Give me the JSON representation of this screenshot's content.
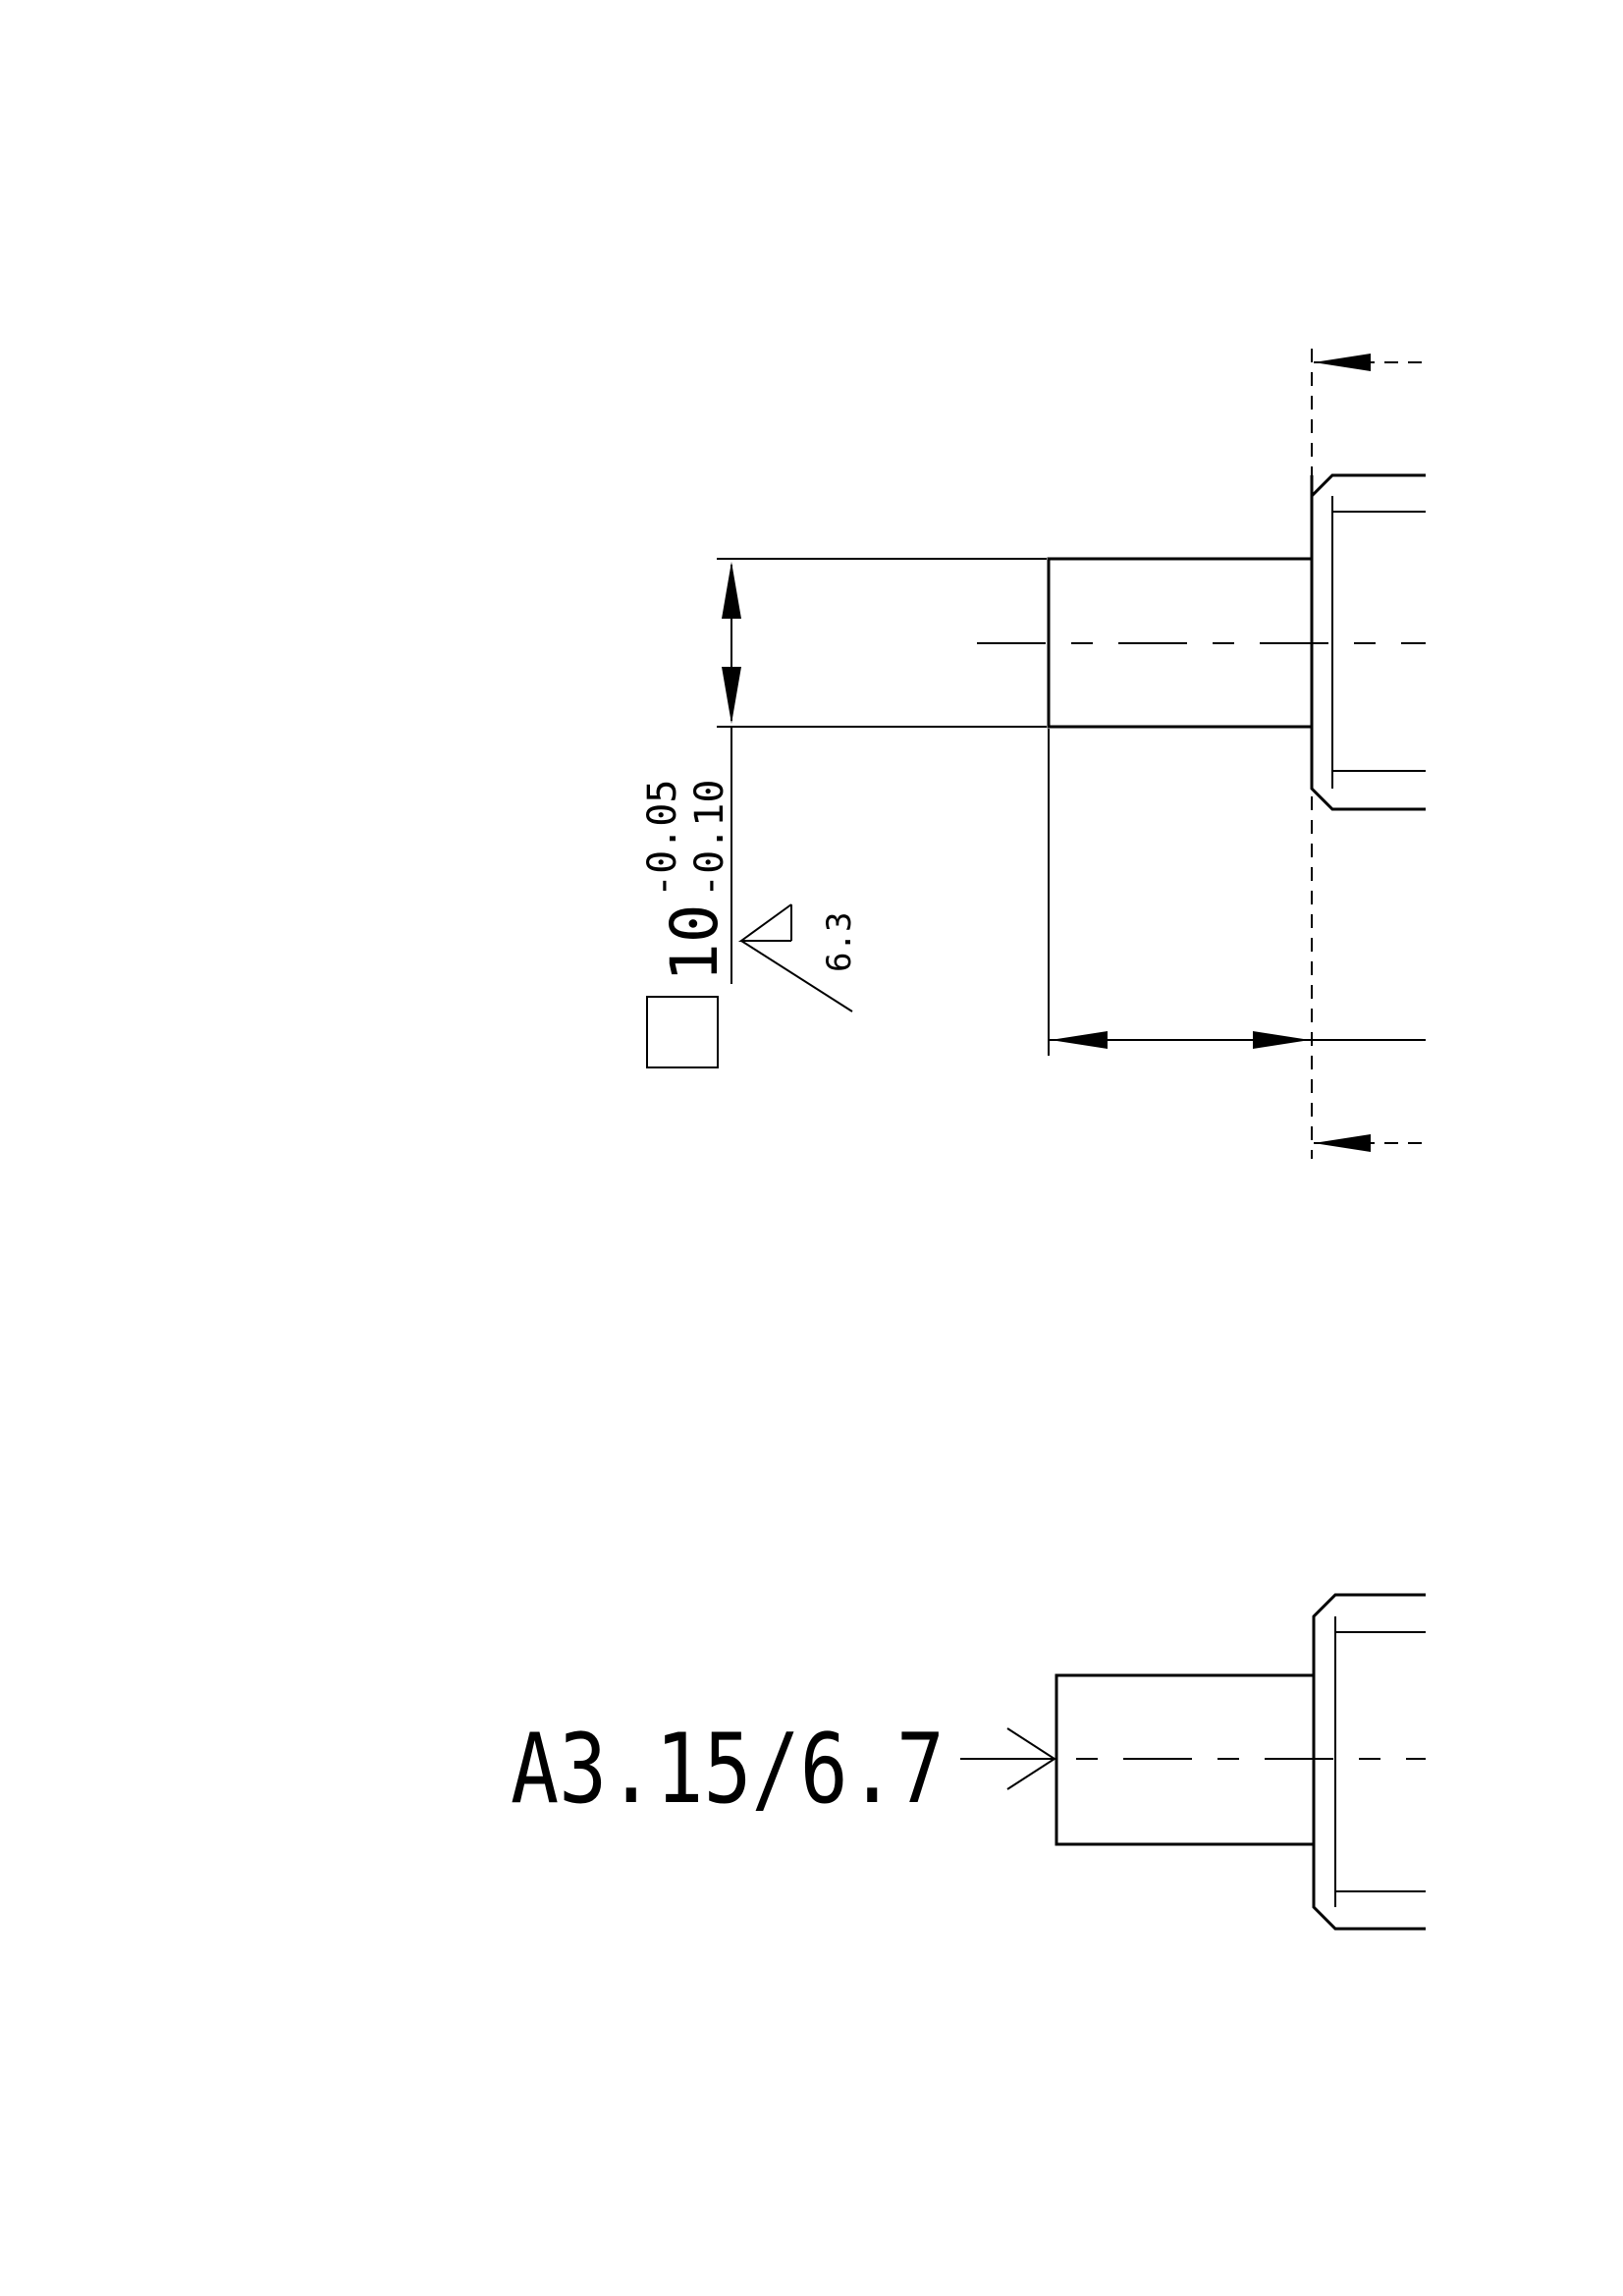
{
  "upper_view": {
    "dimension_main": "10",
    "tolerance_upper": "-0.05",
    "tolerance_lower": "-0.10",
    "roughness_value": "6.3"
  },
  "lower_view": {
    "center_drill_callout": "A3.15/6.7"
  },
  "colors": {
    "line": "#000000",
    "background": "#ffffff"
  }
}
